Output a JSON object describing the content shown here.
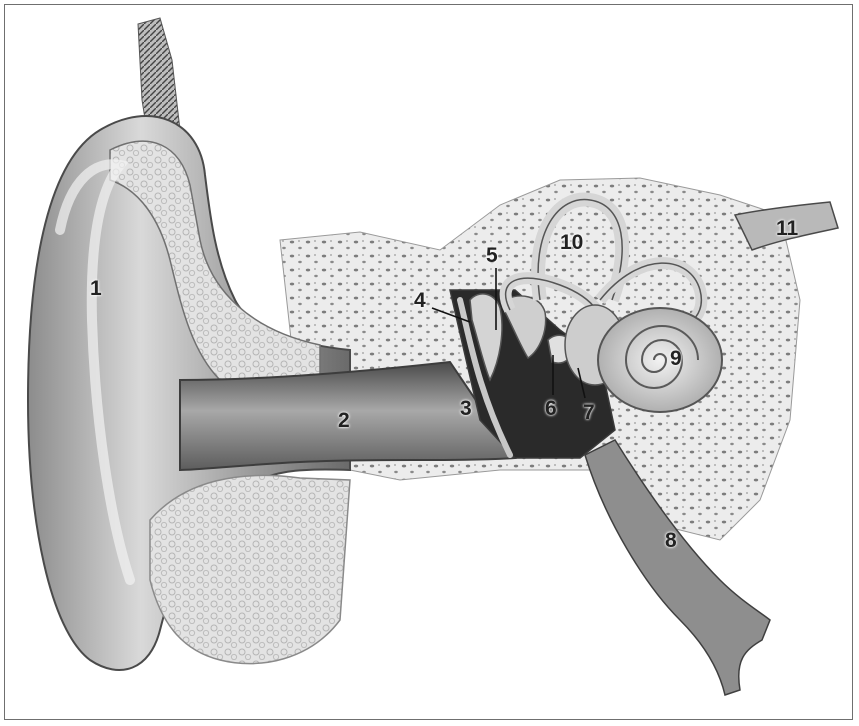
{
  "labels": {
    "l1": "1",
    "l2": "2",
    "l3": "3",
    "l4": "4",
    "l5": "5",
    "l6": "6",
    "l7": "7",
    "l8": "8",
    "l9": "9",
    "l10": "10",
    "l11": "11"
  },
  "colors": {
    "tissue_dark": "#5e5e5e",
    "tissue_mid": "#a7a7a7",
    "tissue_light": "#e4e4e4",
    "bone": "#d7d7d7",
    "outline": "#3d3d3d",
    "cavity": "#1a1a1a"
  }
}
